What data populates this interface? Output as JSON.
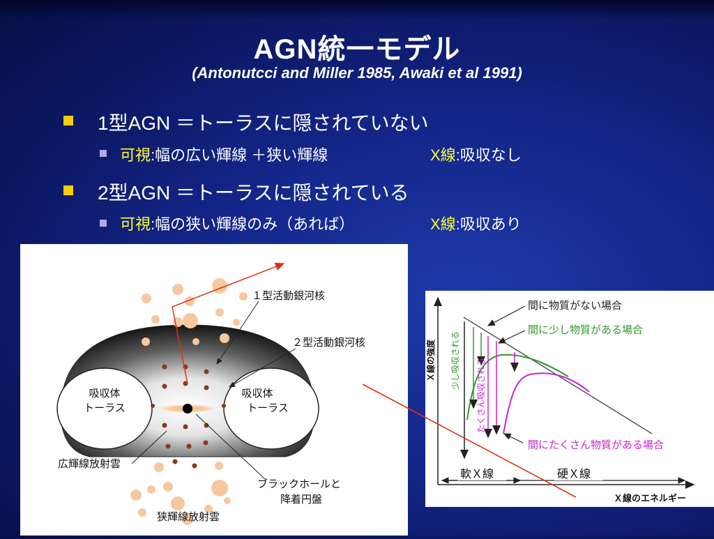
{
  "title": "AGN統一モデル",
  "subtitle": "(Antonutcci and Miller 1985, Awaki et al 1991)",
  "bullets": [
    {
      "text": "1型AGN ＝トーラスに隠されていない",
      "sub": {
        "label1": "可視",
        "text1": ":幅の広い輝線 ＋狭い輝線",
        "label2": "X線",
        "text2": ":吸収なし"
      }
    },
    {
      "text": "2型AGN ＝トーラスに隠されている",
      "sub": {
        "label1": "可視",
        "text1": ":幅の狭い輝線のみ（あれば）",
        "label2": "X線",
        "text2": ":吸収あり"
      }
    }
  ],
  "model_diagram": {
    "type1_label": "１型活動銀河核",
    "type2_label": "２型活動銀河核",
    "torus_left": [
      "吸収体",
      "トーラス"
    ],
    "torus_right": [
      "吸収体",
      "トーラス"
    ],
    "blr_label": "広輝線放射雲",
    "bh_label": [
      "ブラックホールと",
      "降着円盤"
    ],
    "nlr_label": "狭輝線放射雲"
  },
  "spectrum_diagram": {
    "ylabel": "Ｘ線の強度",
    "xlabel": "Ｘ線のエネルギー",
    "label_none": "間に物質がない場合",
    "label_some": "間に少し物質がある場合",
    "label_lots": "間にたくさん物質がある場合",
    "label_little_absorbed": "少し吸収される",
    "label_much_absorbed": "たくさん吸収される",
    "soft_xray": "軟Ｘ線",
    "hard_xray": "硬Ｘ線"
  },
  "colors": {
    "bullet": "#ffcc00",
    "highlight": "#ffff33",
    "green": "#2e9a2e",
    "magenta": "#cc22cc",
    "red": "#e03010"
  }
}
